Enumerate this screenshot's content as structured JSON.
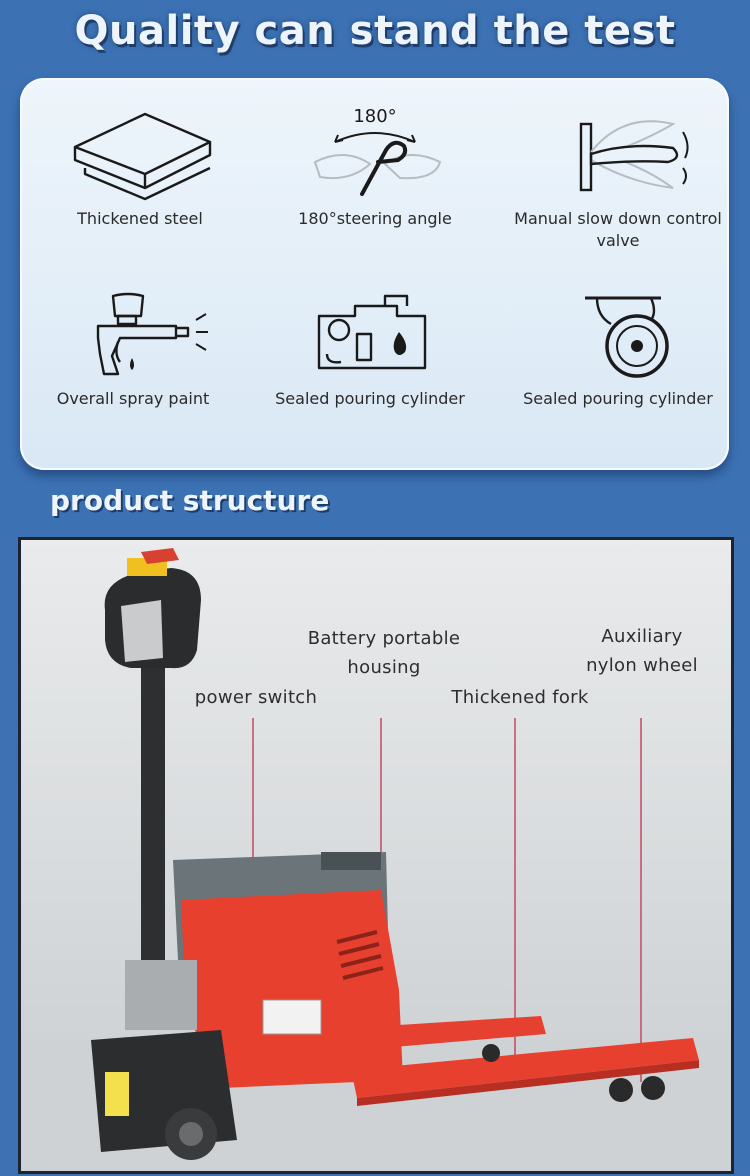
{
  "header": {
    "title": "Quality can stand the test"
  },
  "features": [
    {
      "label": "Thickened steel",
      "icon": "steel-plates-icon"
    },
    {
      "label": "180°steering angle",
      "icon": "steering-angle-icon",
      "badge": "180°"
    },
    {
      "label": "Manual slow down control valve",
      "icon": "control-valve-icon"
    },
    {
      "label": "Overall spray paint",
      "icon": "spray-gun-icon"
    },
    {
      "label": "Sealed pouring cylinder",
      "icon": "hydraulic-pump-icon"
    },
    {
      "label": "Sealed pouring cylinder",
      "icon": "caster-wheel-icon"
    }
  ],
  "structure": {
    "title": "product structure",
    "callouts": [
      {
        "label": "Battery portable housing"
      },
      {
        "label": "Auxiliary nylon wheel"
      },
      {
        "label": "power switch"
      },
      {
        "label": "Thickened fork"
      }
    ]
  },
  "colors": {
    "background": "#3c72b4",
    "card": "#e6f0f9",
    "truck_body": "#e8402e",
    "leader_line": "#c0405a"
  }
}
